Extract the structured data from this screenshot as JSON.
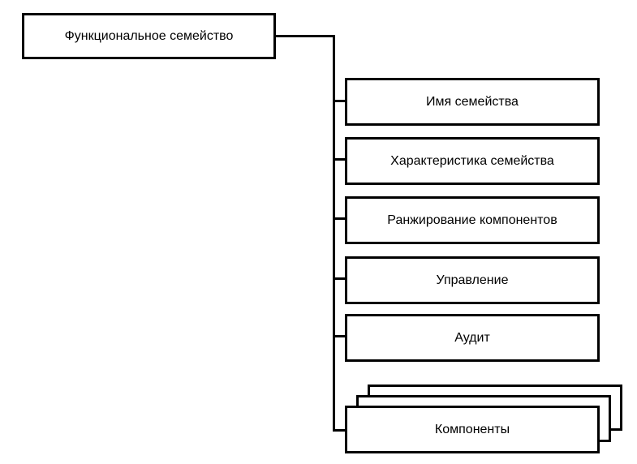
{
  "diagram": {
    "root": {
      "label": "Функциональное семейство"
    },
    "children": [
      {
        "label": "Имя семейства"
      },
      {
        "label": "Характеристика семейства"
      },
      {
        "label": "Ранжирование компонентов"
      },
      {
        "label": "Управление"
      },
      {
        "label": "Аудит"
      },
      {
        "label": "Компоненты",
        "stacked": true
      }
    ]
  }
}
